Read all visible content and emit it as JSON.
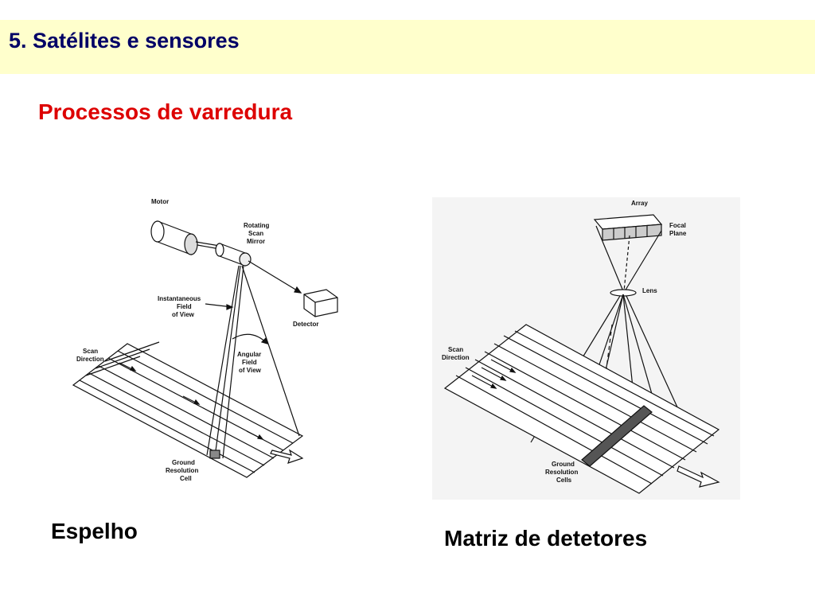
{
  "slide": {
    "header_title": "5. Satélites e sensores",
    "subtitle": "Processos de varredura",
    "colors": {
      "header_band": "#ffffcc",
      "header_text": "#000066",
      "subtitle": "#dd0000"
    }
  },
  "left_diagram": {
    "caption": "Espelho",
    "labels": {
      "motor": "Motor",
      "rotating_1": "Rotating",
      "rotating_2": "Scan",
      "rotating_3": "Mirror",
      "ifov_1": "Instantaneous",
      "ifov_2": "Field",
      "ifov_3": "of View",
      "detector": "Detector",
      "scan_1": "Scan",
      "scan_2": "Direction",
      "afov_1": "Angular",
      "afov_2": "Field",
      "afov_3": "of View",
      "grc_1": "Ground",
      "grc_2": "Resolution",
      "grc_3": "Cell"
    }
  },
  "right_diagram": {
    "caption": "Matriz de detetores",
    "labels": {
      "array": "Array",
      "focal_1": "Focal",
      "focal_2": "Plane",
      "lens": "Lens",
      "scan_1": "Scan",
      "scan_2": "Direction",
      "grc_1": "Ground",
      "grc_2": "Resolution",
      "grc_3": "Cells"
    }
  }
}
